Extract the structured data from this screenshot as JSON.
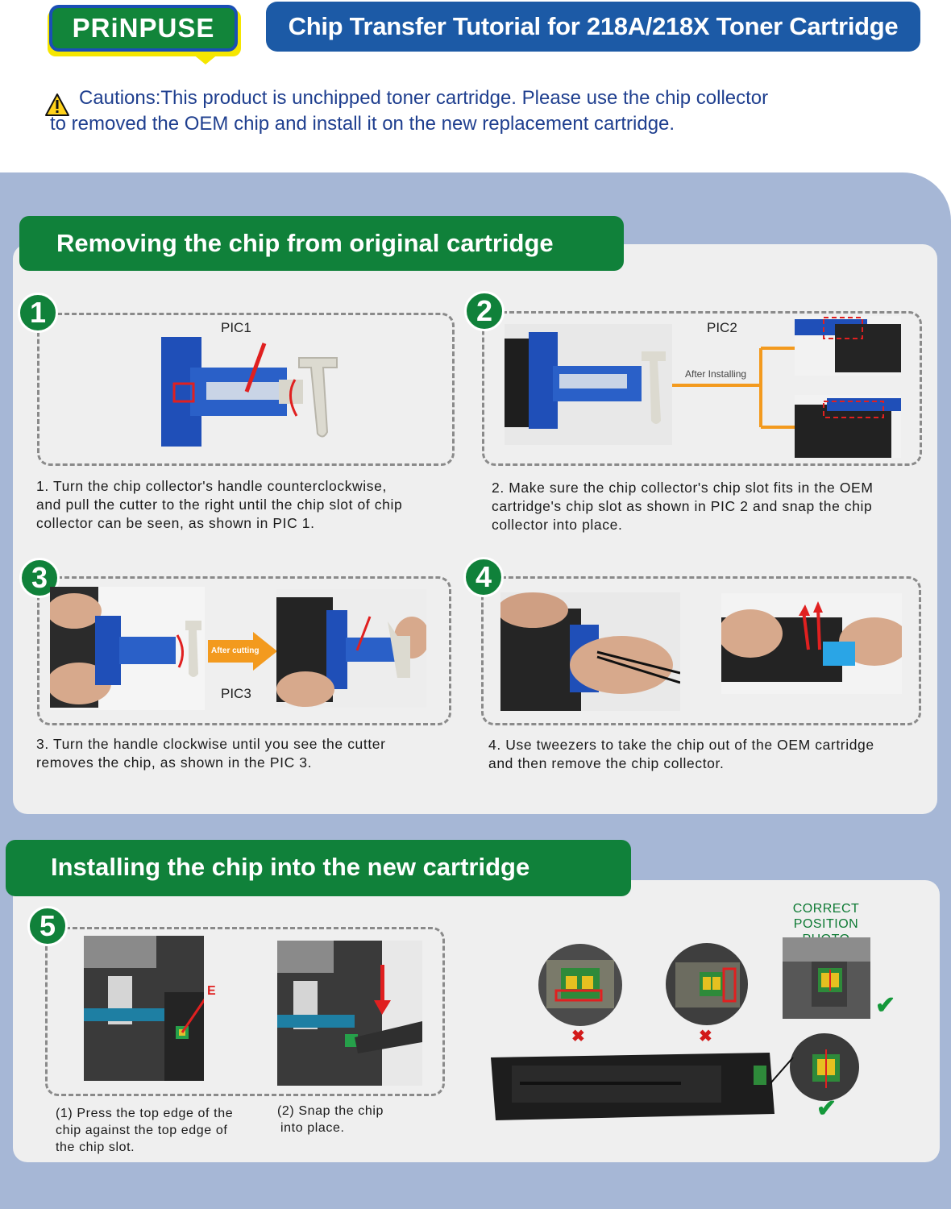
{
  "header": {
    "brand": "PRiNPUSE",
    "title": "Chip Transfer Tutorial for 218A/218X Toner Cartridge",
    "caution_line1": "Cautions:This product is unchipped toner cartridge. Please use the chip collector",
    "caution_line2": "to removed the OEM chip and install it on the new replacement cartridge."
  },
  "section_remove": {
    "title": "Removing the chip from original cartridge",
    "steps": [
      {
        "number": "1",
        "pic_label": "PIC1",
        "text": [
          "1. Turn the chip collector's handle counterclockwise,",
          "and pull the cutter to the right until the chip slot of chip",
          "collector can be seen, as shown in PIC 1."
        ]
      },
      {
        "number": "2",
        "pic_label": "PIC2",
        "arrow_label": "After Installing",
        "text": [
          "2. Make sure the chip collector's chip slot fits in the OEM",
          "cartridge's chip slot as shown in PIC 2 and snap the chip",
          "collector into place."
        ]
      },
      {
        "number": "3",
        "pic_label": "PIC3",
        "arrow_label": "After cutting",
        "text": [
          "3. Turn the handle clockwise until you see the cutter",
          "removes the chip, as shown in the PIC 3."
        ]
      },
      {
        "number": "4",
        "text": [
          "4. Use tweezers to take the chip out of the OEM cartridge",
          "and then remove the chip collector."
        ]
      }
    ]
  },
  "section_install": {
    "title": "Installing the chip into the new cartridge",
    "step_number": "5",
    "marker_letter": "E",
    "caption_1": [
      "(1) Press the top edge of the",
      "chip against the top edge of",
      "the chip slot."
    ],
    "caption_2": [
      "(2) Snap the chip",
      "into place."
    ],
    "correct_label_1": "CORRECT",
    "correct_label_2": "POSITION PHOTO",
    "wrong_mark": "✖",
    "right_mark": "✔"
  },
  "colors": {
    "brand_green": "#10813a",
    "title_blue": "#1c5aa6",
    "field_blue": "#a6b7d6",
    "panel_gray": "#efefef",
    "arrow_orange": "#f39a1e",
    "collector_blue": "#1f4fb8"
  },
  "icons": [
    "warning-triangle-icon",
    "arrow-right-icon",
    "cross-icon",
    "check-icon"
  ]
}
